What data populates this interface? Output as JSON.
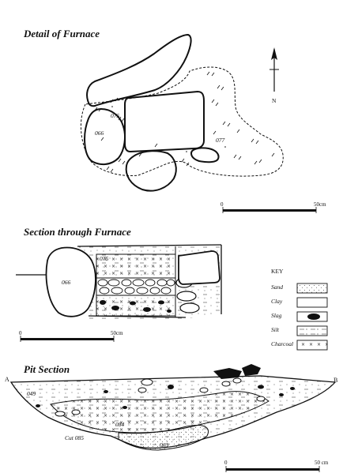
{
  "titles": {
    "detail": "Detail of Furnace",
    "section": "Section through Furnace",
    "pit": "Pit Section"
  },
  "plan": {
    "labels": [
      "075",
      "066",
      "077"
    ],
    "north": "N",
    "scale": {
      "start": "0",
      "end": "50cm"
    }
  },
  "furnace_section": {
    "labels": [
      "075",
      "066"
    ],
    "scale": {
      "start": "0",
      "end": "50cm"
    }
  },
  "key": {
    "title": "KEY",
    "items": [
      "Sand",
      "Clay",
      "Slag",
      "Silt",
      "Charcoal"
    ]
  },
  "pit": {
    "ends": [
      "A",
      "B"
    ],
    "labels": [
      "049",
      "084",
      "Cut 085",
      "063"
    ],
    "scale": {
      "start": "0",
      "end": "50 cm"
    }
  }
}
